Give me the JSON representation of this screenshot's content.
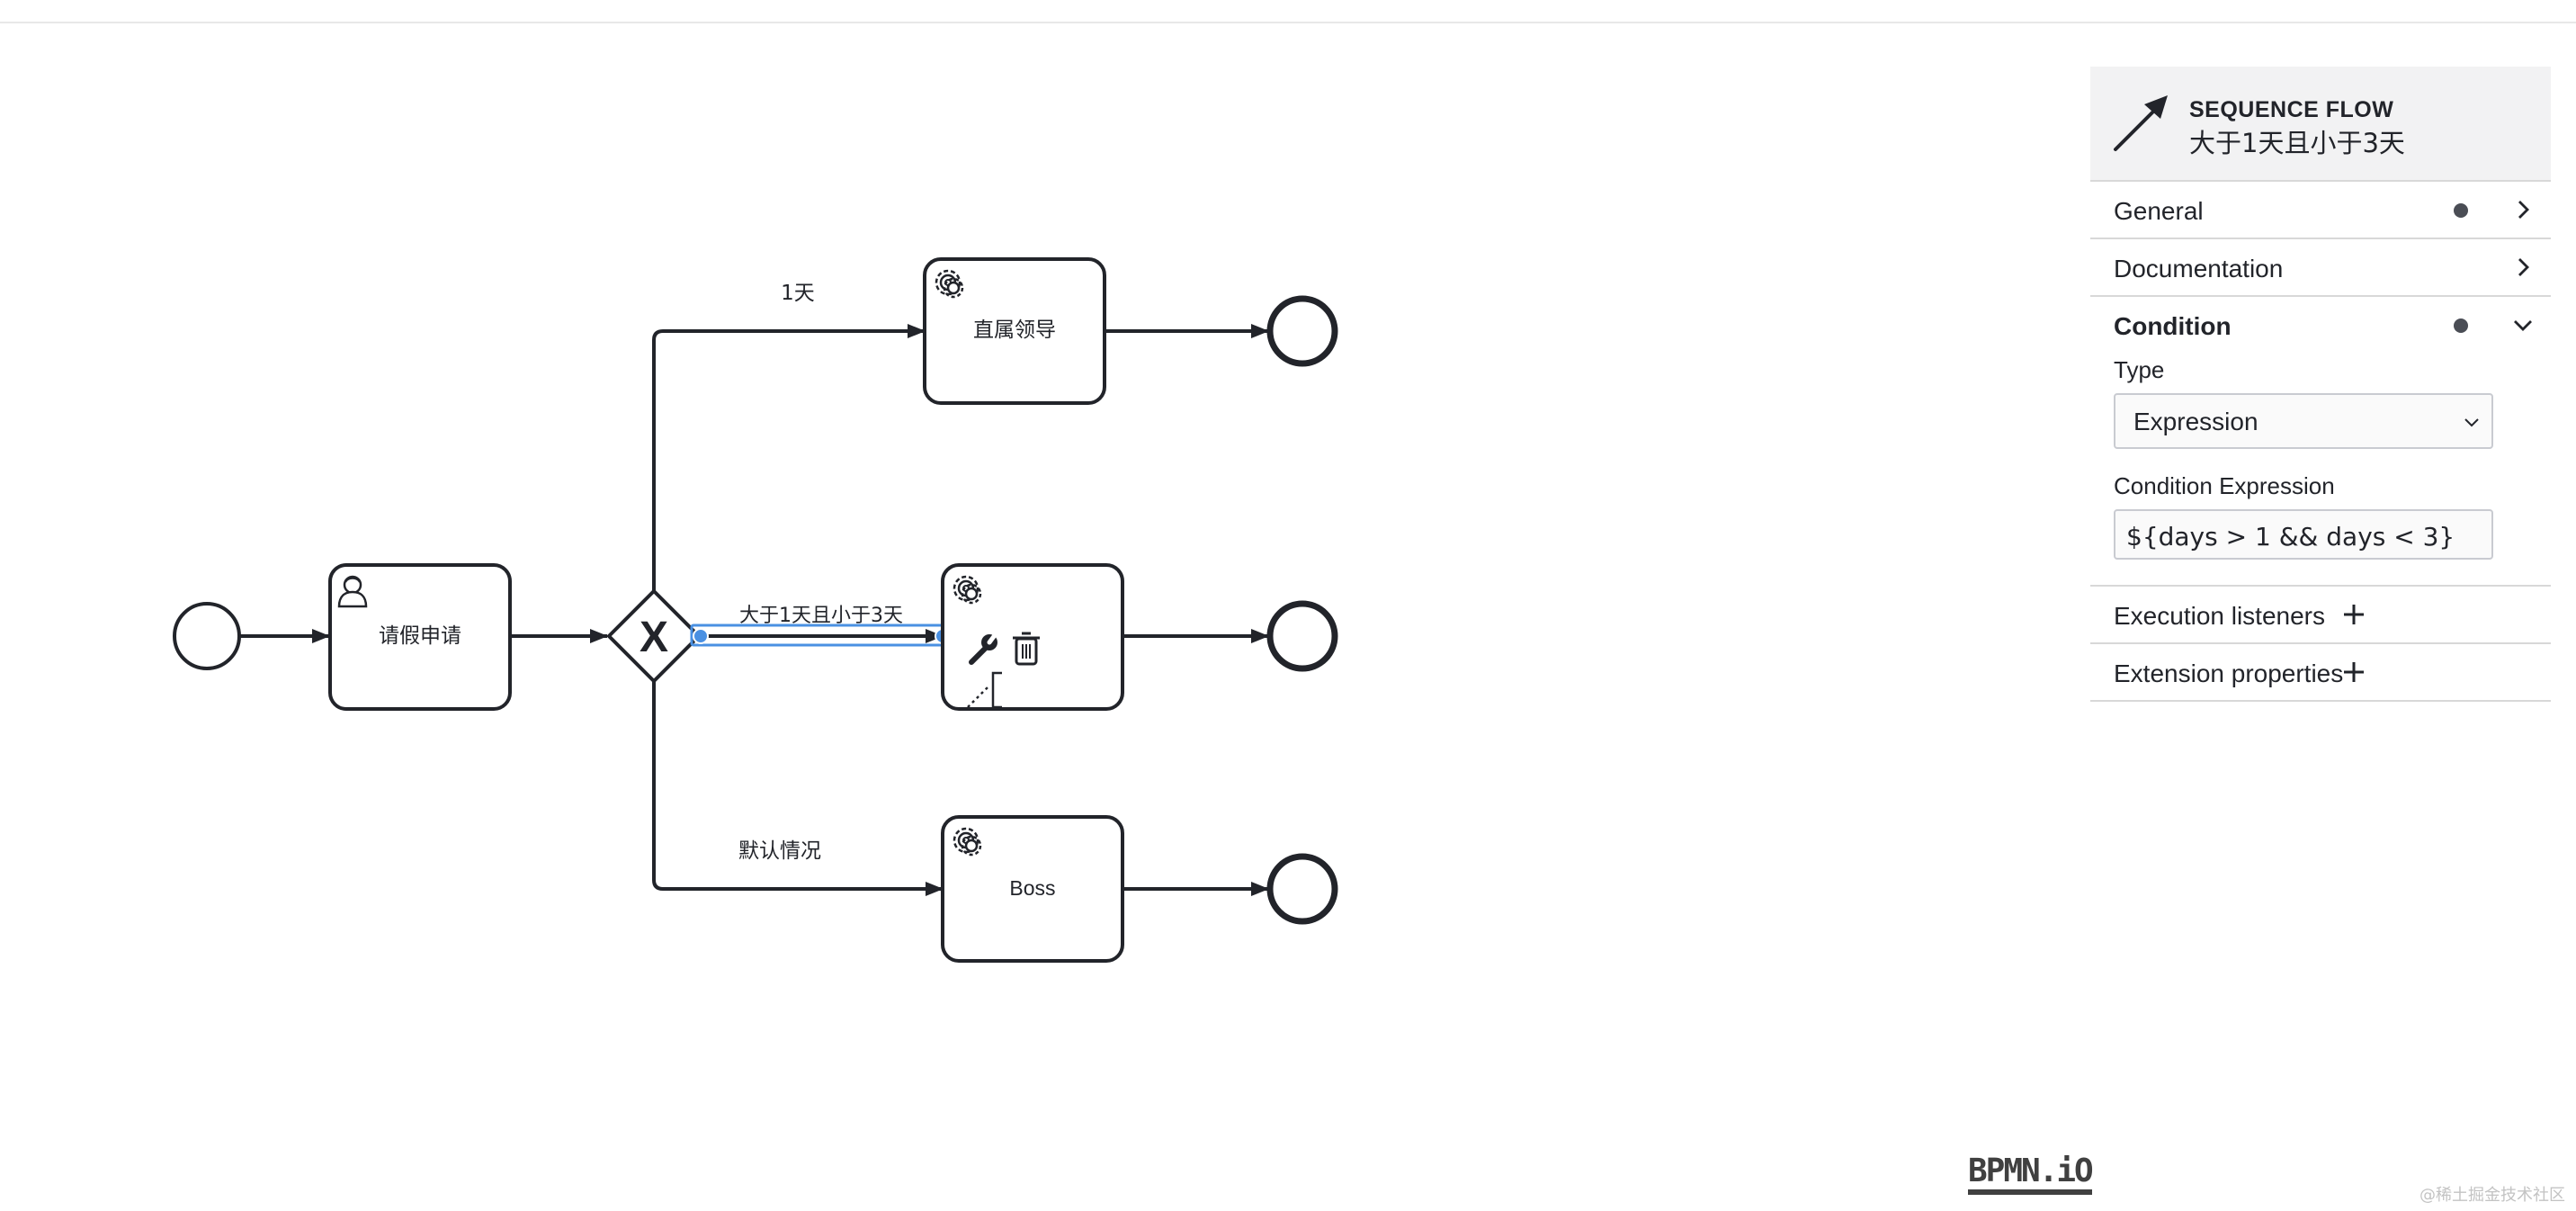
{
  "diagram": {
    "start_task_label": "请假申请",
    "task_top_label": "直属领导",
    "task_bottom_label": "Boss",
    "flow_top_label": "1天",
    "flow_middle_label": "大于1天且小于3天",
    "flow_bottom_label": "默认情况",
    "gateway_symbol": "X",
    "selected_flow": "大于1天且小于3天"
  },
  "context_pad": {
    "icons": [
      "wrench-icon",
      "trash-icon",
      "connect-icon"
    ]
  },
  "panel": {
    "header": {
      "type": "SEQUENCE FLOW",
      "name": "大于1天且小于3天"
    },
    "groups": {
      "general": {
        "title": "General",
        "has_data": true,
        "expanded": false
      },
      "documentation": {
        "title": "Documentation",
        "expanded": false
      },
      "condition": {
        "title": "Condition",
        "has_data": true,
        "expanded": true,
        "type_label": "Type",
        "type_value": "Expression",
        "expr_label": "Condition Expression",
        "expr_value": "${days > 1 && days < 3}"
      },
      "execution_listeners": {
        "title": "Execution listeners"
      },
      "extension_properties": {
        "title": "Extension properties"
      }
    }
  },
  "branding": {
    "logo": "BPMN.iO",
    "watermark": "@稀土掘金技术社区"
  },
  "colors": {
    "stroke": "#22242a",
    "selection": "#4a90e2",
    "panel_bg": "#f2f2f3",
    "dot": "#4a4d55"
  }
}
